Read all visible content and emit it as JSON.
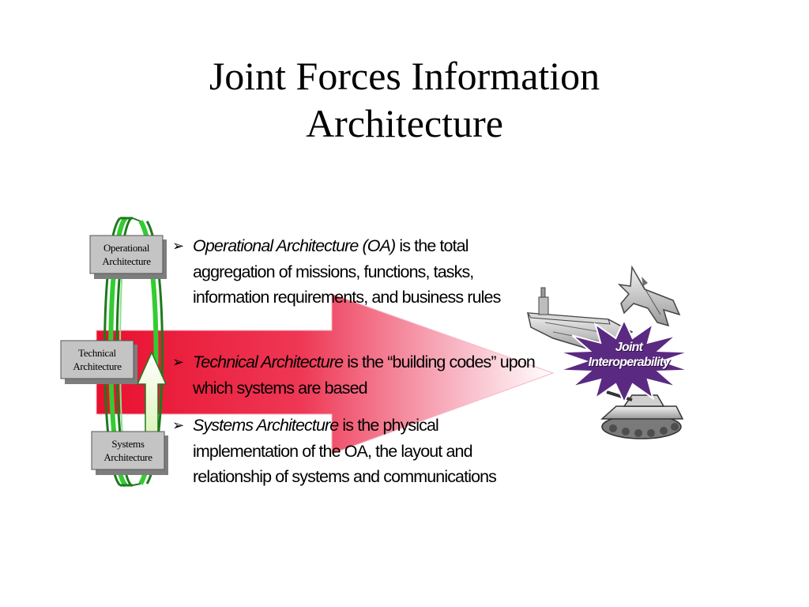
{
  "slide": {
    "title_line1": "Joint Forces Information",
    "title_line2": "Architecture"
  },
  "cycle_boxes": {
    "operational": {
      "line1": "Operational",
      "line2": "Architecture"
    },
    "technical": {
      "line1": "Technical",
      "line2": "Architecture"
    },
    "systems": {
      "line1": "Systems",
      "line2": "Architecture"
    }
  },
  "bullets": [
    {
      "marker": "➢",
      "term": "Operational Architecture (OA)",
      "description": " is the total aggregation of missions, functions, tasks, information requirements, and business rules"
    },
    {
      "marker": "➢",
      "term": "Technical Architecture",
      "description": " is the “building codes” upon which systems are based"
    },
    {
      "marker": "➢",
      "term": "Systems Architecture",
      "description": " is the physical implementation of the OA, the layout and relationship of systems and communications"
    }
  ],
  "joint_interoperability": {
    "line1": "Joint",
    "line2": "Interoperability"
  },
  "colors": {
    "arrow_red": "#e8102e",
    "cycle_green": "#33cc33",
    "burst_purple": "#5a2a82",
    "box_gray": "#c4c4c4"
  }
}
